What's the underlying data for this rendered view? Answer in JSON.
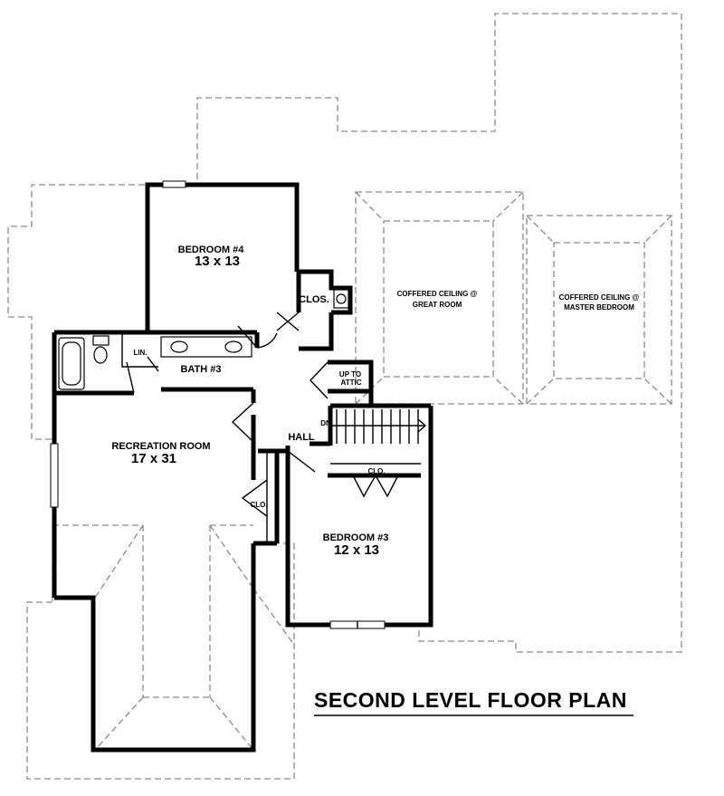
{
  "title": "SECOND LEVEL FLOOR PLAN",
  "rooms": {
    "bedroom4": {
      "name": "BEDROOM #4",
      "size": "13 x 13"
    },
    "recreation": {
      "name": "RECREATION ROOM",
      "size": "17 x 31"
    },
    "bedroom3": {
      "name": "BEDROOM #3",
      "size": "12 x 13"
    },
    "bath3": {
      "name": "BATH #3"
    },
    "hall": {
      "name": "HALL"
    },
    "lin": {
      "name": "LIN."
    },
    "clos": {
      "name": "CLOS."
    },
    "clo_rec": {
      "name": "CLO."
    },
    "clo_bed3": {
      "name": "CLO."
    },
    "attic": {
      "line1": "UP TO",
      "line2": "ATTIC"
    },
    "dn": {
      "name": "DN"
    }
  },
  "below": {
    "great": {
      "line1": "COFFERED CEILING @",
      "line2": "GREAT ROOM"
    },
    "master": {
      "line1": "COFFERED CEILING @",
      "line2": "MASTER BEDROOM"
    }
  }
}
